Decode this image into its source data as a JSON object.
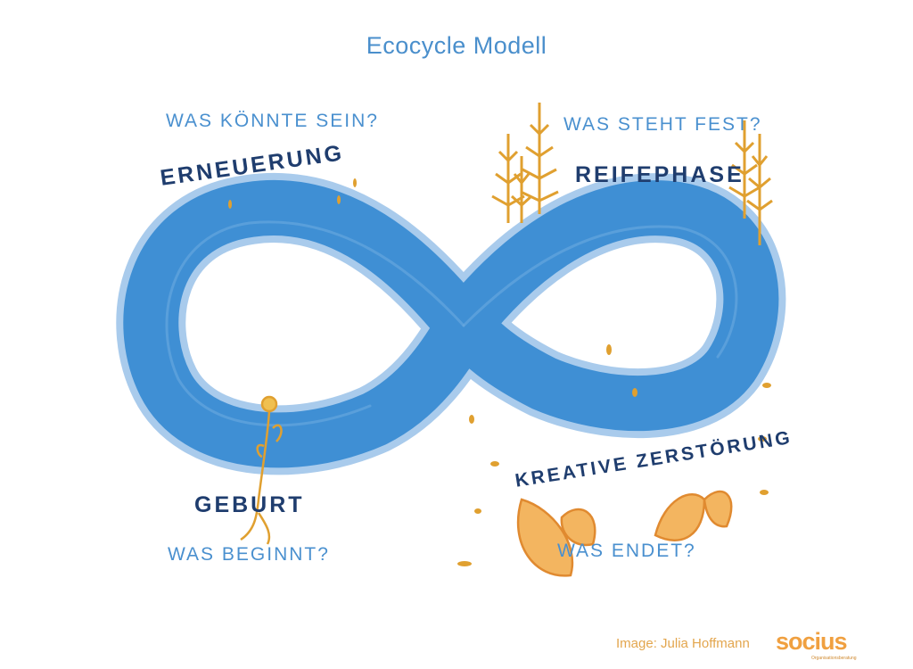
{
  "title": "Ecocycle Modell",
  "phases": {
    "renewal": {
      "label": "Erneuerung",
      "question": "Was könnte sein?"
    },
    "maturity": {
      "label": "Reifephase",
      "question": "Was steht fest?"
    },
    "destruction": {
      "label": "Kreative Zerstörung",
      "question": "Was endet?"
    },
    "birth": {
      "label": "Geburt",
      "question": "Was beginnt?"
    }
  },
  "credit": "Image: Julia Hoffmann",
  "logo": {
    "name": "socius",
    "subtitle": "Organisationsberatung"
  },
  "colors": {
    "loop": "#3f8fd4",
    "question": "#4a90cf",
    "phase": "#1f3d6e",
    "accent": "#e0a030"
  }
}
